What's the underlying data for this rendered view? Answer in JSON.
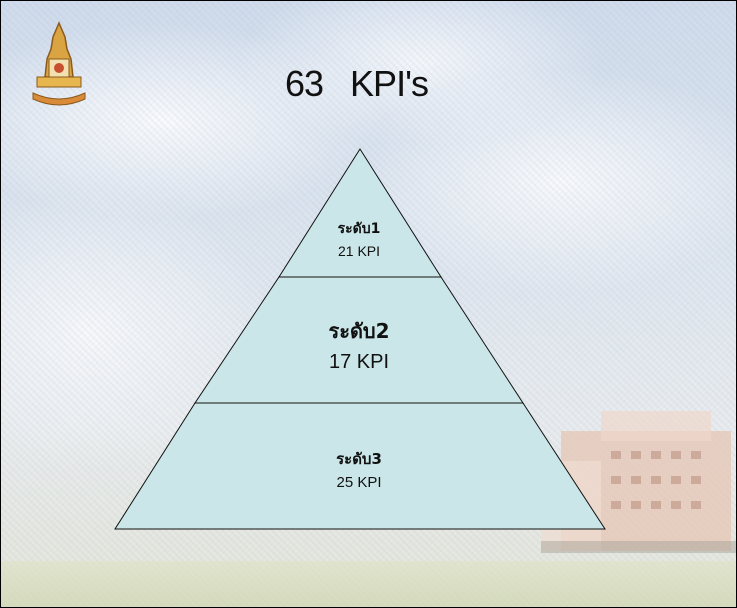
{
  "slide": {
    "title": "63   KPI's"
  },
  "pyramid": {
    "fill_color": "#cae6e8",
    "levels": [
      {
        "name": "ระดับ1",
        "count": "21 KPI"
      },
      {
        "name": "ระดับ2",
        "count": "17 KPI"
      },
      {
        "name": "ระดับ3",
        "count": "25 KPI"
      }
    ]
  },
  "icons": {
    "logo": "university-emblem-icon"
  }
}
